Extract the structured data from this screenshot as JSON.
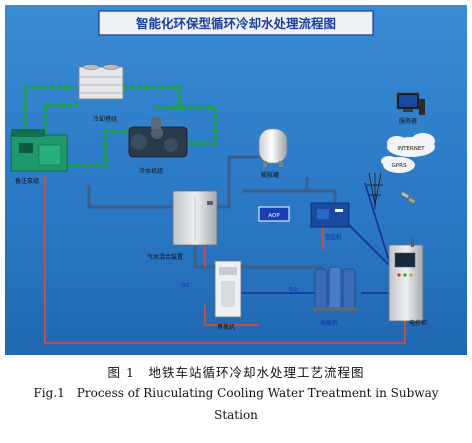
{
  "diagram": {
    "title": "智能化环保型循环冷却水处理流程图",
    "labels": {
      "cooling_tower": "冷却塔组",
      "generator": "备注泵组",
      "chiller": "冷水机组",
      "expansion_tank": "膨胀罐",
      "air_water_mixer": "气水混合装置",
      "aop": "AOP",
      "air_compressor": "空压机",
      "ozone_generator": "臭氧机",
      "oxygen_generator": "制氧机",
      "control_cabinet": "电控柜",
      "server": "服务器",
      "internet": "INTERNET",
      "gprs": "GPRS",
      "o3_left": "O3",
      "o2_right": "O2"
    },
    "colors": {
      "background": "#2a78c4",
      "green_pipe": "#1ea04a",
      "dark_pipe": "#3b5f8a",
      "red_pipe": "#c2504a"
    }
  },
  "caption": {
    "cn": "图 1　地铁车站循环冷却水处理工艺流程图",
    "en_line1": "Fig.1　Process of Riuculating Cooling Water Treatment in Subway",
    "en_line2": "Station"
  }
}
